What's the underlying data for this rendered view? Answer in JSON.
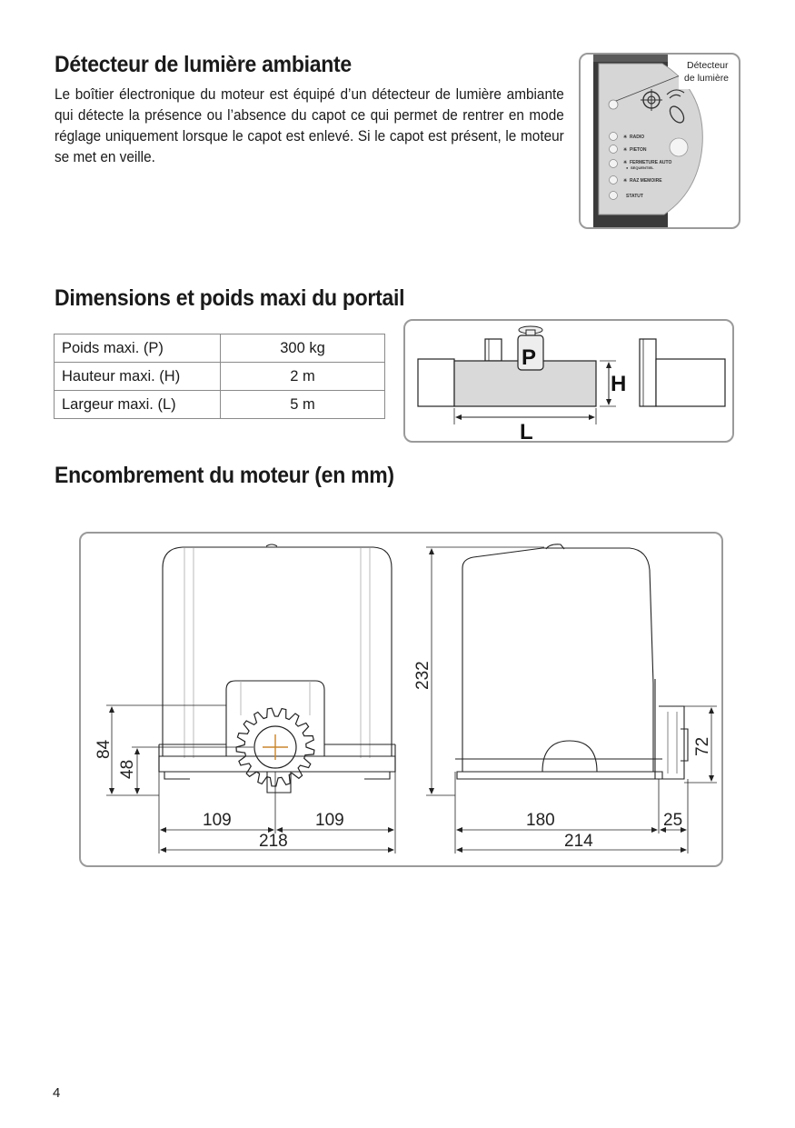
{
  "section1": {
    "title": "Détecteur de lumière ambiante",
    "paragraph": "Le boîtier électronique du moteur est équipé d’un détecteur de lumière ambiante qui détecte la présence ou l’absence du capot ce qui permet de rentrer en mode réglage uniquement lorsque le capot est enlevé. Si le capot est présent, le moteur se met en veille.",
    "callout_line1": "Détecteur",
    "callout_line2": "de lumière",
    "led_labels": [
      "RADIO",
      "PIETON",
      "FERMETURE AUTO",
      "SEQUENTIEL",
      "RAZ MEMOIRE",
      "STATUT"
    ]
  },
  "section2": {
    "title": "Dimensions et poids maxi du portail",
    "table": [
      {
        "label": "Poids maxi. (P)",
        "value": "300 kg"
      },
      {
        "label": "Hauteur maxi. (H)",
        "value": "2 m"
      },
      {
        "label": "Largeur maxi. (L)",
        "value": "5 m"
      }
    ],
    "diagram_labels": {
      "p": "P",
      "h": "H",
      "l": "L"
    }
  },
  "section3": {
    "title": "Encombrement du moteur (en mm)",
    "dimensions": {
      "height_total": "232",
      "height_84": "84",
      "height_48": "48",
      "half_width_left": "109",
      "half_width_right": "109",
      "front_width": "218",
      "side_depth": "180",
      "side_offset": "25",
      "side_total": "214",
      "bracket_height": "72"
    }
  },
  "page_number": "4"
}
